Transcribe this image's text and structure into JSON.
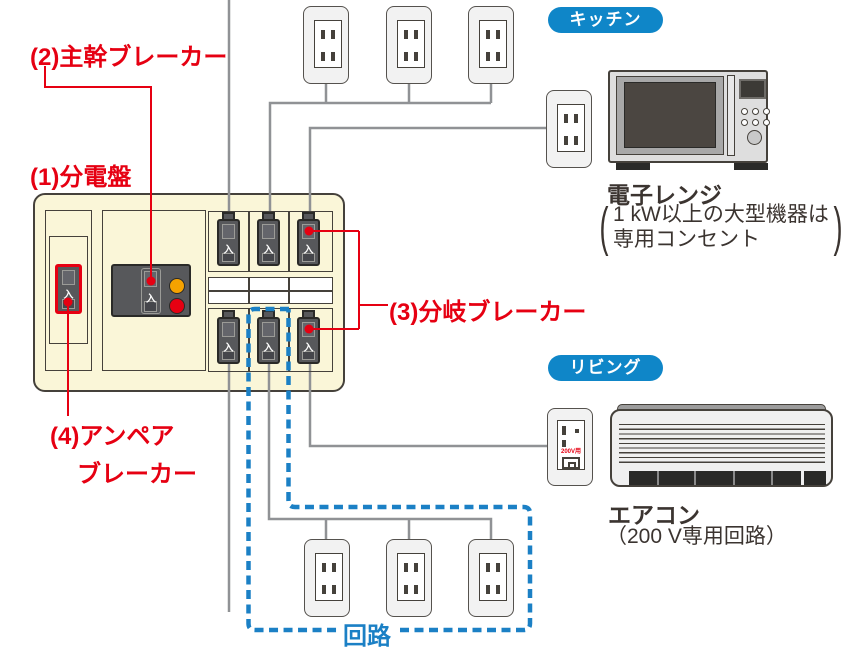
{
  "labels": {
    "panel": "(1)分電盤",
    "main_breaker": "(2)主幹ブレーカー",
    "branch_breaker": "(3)分岐ブレーカー",
    "ampere_breaker_line1": "(4)アンペア",
    "ampere_breaker_line2": "ブレーカー",
    "circuit": "回路"
  },
  "badges": {
    "kitchen": "キッチン",
    "living": "リビング"
  },
  "appliances": {
    "microwave": {
      "name": "電子レンジ",
      "note_line1": "1 kW以上の大型機器は",
      "note_line2": "専用コンセント"
    },
    "aircon": {
      "name": "エアコン",
      "note": "（200 V専用回路）"
    }
  },
  "breaker_switch_label": "入",
  "outlet_200v_label": "200V用",
  "colors": {
    "label_red": "#E60012",
    "badge_blue": "#0F86C8",
    "circuit_dash_blue": "#1B80C5",
    "panel_cream": "#FAF6D8",
    "wire_gray": "#909295",
    "breaker_gray": "#57585B",
    "lamp_orange": "#F5A200",
    "lamp_red": "#E60012"
  }
}
